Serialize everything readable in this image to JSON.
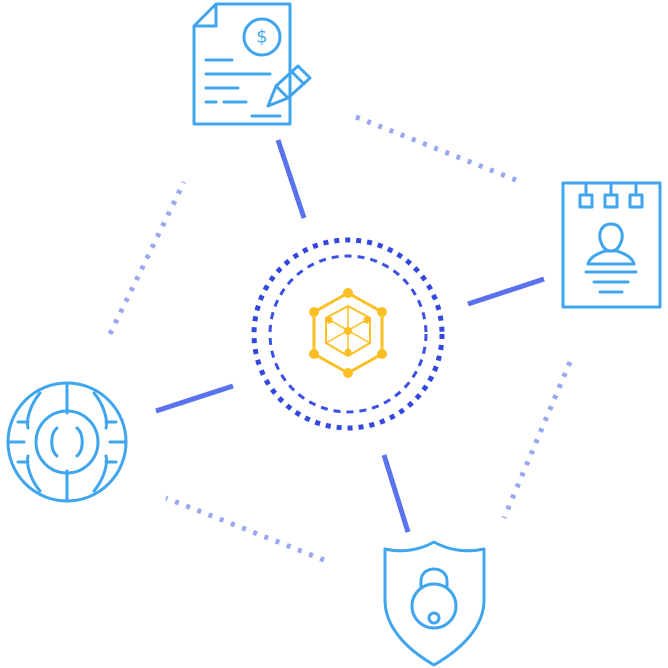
{
  "diagram": {
    "colors": {
      "icon_stroke": "#3FA5EE",
      "connector_solid": "#5B72EE",
      "connector_dotted": "#99A8F0",
      "ring_outer": "#3248E0",
      "ring_inner": "#3A50E6",
      "hub_accent": "#FBBF24",
      "background": "#FFFFFF"
    },
    "central_hub": {
      "icon": "blockchain-hexagon-icon"
    },
    "nodes": [
      {
        "id": "contract",
        "icon": "invoice-contract-icon",
        "symbol": "$"
      },
      {
        "id": "identity",
        "icon": "id-card-icon"
      },
      {
        "id": "security",
        "icon": "shield-lock-icon"
      },
      {
        "id": "global",
        "icon": "globe-icon"
      }
    ],
    "connectors": {
      "hub_to_node": "solid",
      "node_to_node": "dotted"
    }
  }
}
